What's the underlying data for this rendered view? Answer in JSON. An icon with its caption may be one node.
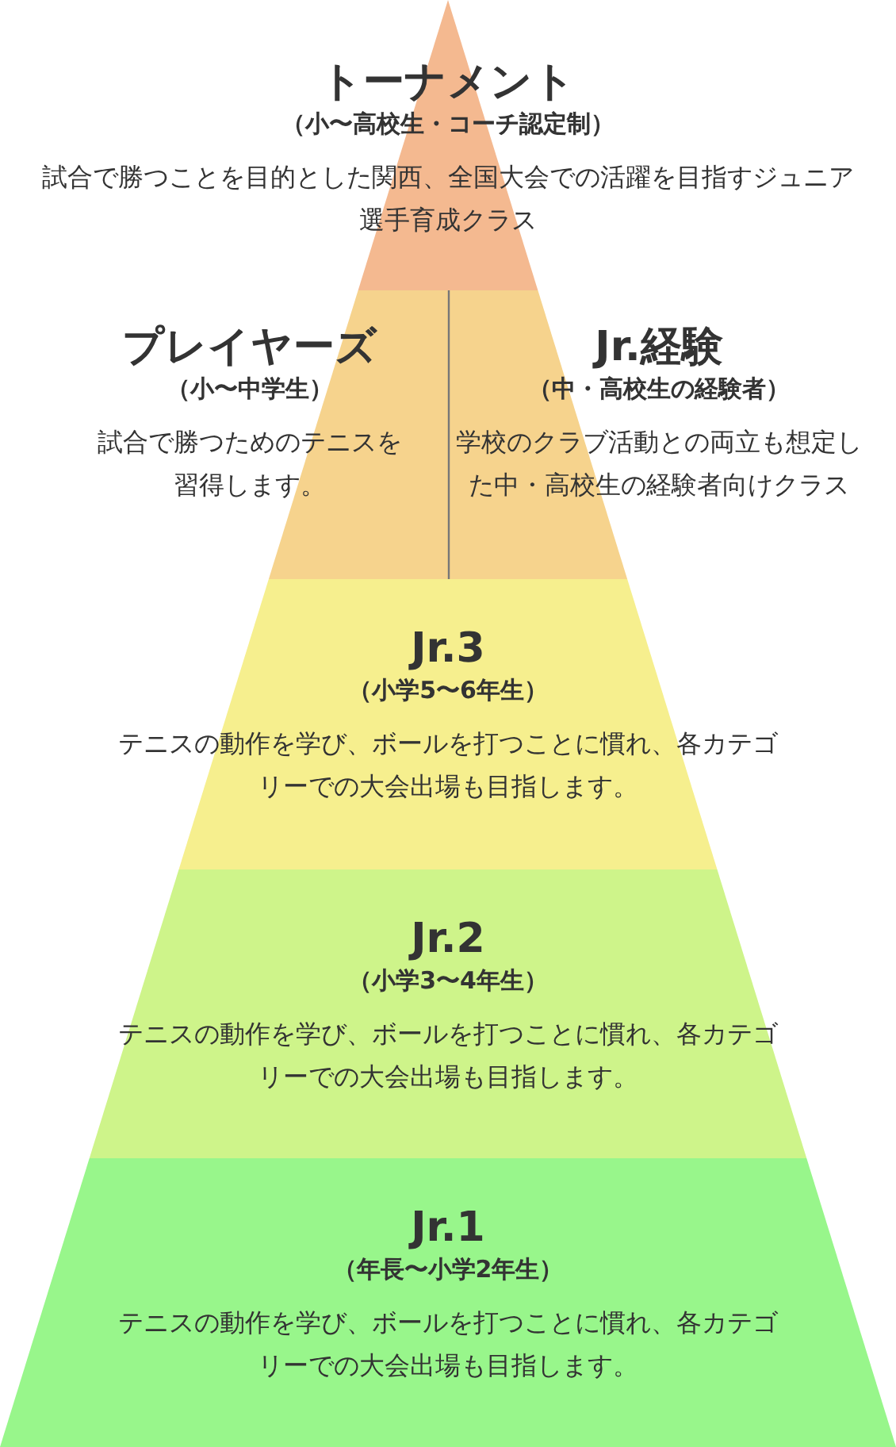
{
  "diagram": {
    "nodes": [
      {
        "text": [
          "トーナメント",
          "（小〜高校生・コーチ認定制）",
          "試合で勝つことを目的とした関西、全国大会での活躍を目指すジュニア選手育成クラス"
        ]
      },
      {
        "text": [
          "プレイヤーズ",
          "（小〜中学生）",
          "試合で勝つためのテニスを習得します。"
        ]
      },
      {
        "text": [
          "Jr.経験",
          "（中・高校生の経験者）",
          "学校のクラブ活動との両立も想定した中・高校生の経験者向けクラス"
        ]
      },
      {
        "text": [
          "Jr.3",
          "（小学5〜6年生）",
          "テニスの動作を学び、ボールを打つことに慣れ、各カテゴリーでの大会出場も目指します。"
        ]
      },
      {
        "text": [
          "Jr.2",
          "（小学3〜4年生）",
          "テニスの動作を学び、ボールを打つことに慣れ、各カテゴリーでの大会出場も目指します。"
        ]
      },
      {
        "text": [
          "Jr.1",
          "（年長〜小学2年生）",
          "テニスの動作を学び、ボールを打つことに慣れ、各カテゴリーでの大会出場も目指します。"
        ]
      }
    ],
    "edges": []
  }
}
